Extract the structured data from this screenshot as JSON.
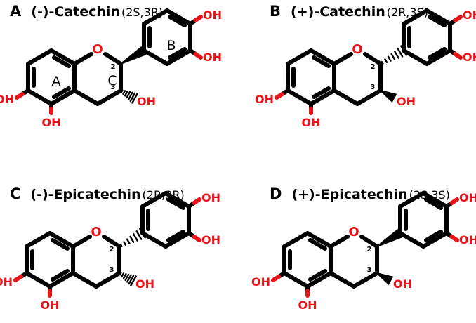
{
  "panels": [
    {
      "letter": "A",
      "name": "(-)-Catechin",
      "config": "(2S,3R)",
      "c2_bond": "bold",
      "c3_bond": "hash",
      "ring_labels": [
        "A",
        "B",
        "C"
      ],
      "hydroxyl": "OH",
      "ring_oxygen": "O",
      "pos2": "2",
      "pos3": "3"
    },
    {
      "letter": "B",
      "name": "(+)-Catechin",
      "config": "(2R,3S)",
      "c2_bond": "hash",
      "c3_bond": "bold",
      "ring_labels": [],
      "hydroxyl": "OH",
      "ring_oxygen": "O",
      "pos2": "2",
      "pos3": "3"
    },
    {
      "letter": "C",
      "name": "(-)-Epicatechin",
      "config": "(2R,3R)",
      "c2_bond": "hash",
      "c3_bond": "hash",
      "ring_labels": [],
      "hydroxyl": "OH",
      "ring_oxygen": "O",
      "pos2": "2",
      "pos3": "3"
    },
    {
      "letter": "D",
      "name": "(+)-Epicatechin",
      "config": "(2S,3S)",
      "c2_bond": "bold",
      "c3_bond": "bold",
      "ring_labels": [],
      "hydroxyl": "OH",
      "ring_oxygen": "O",
      "pos2": "2",
      "pos3": "3"
    }
  ],
  "colors": {
    "bond": "#000000",
    "heteroatom": "#e8141a"
  }
}
